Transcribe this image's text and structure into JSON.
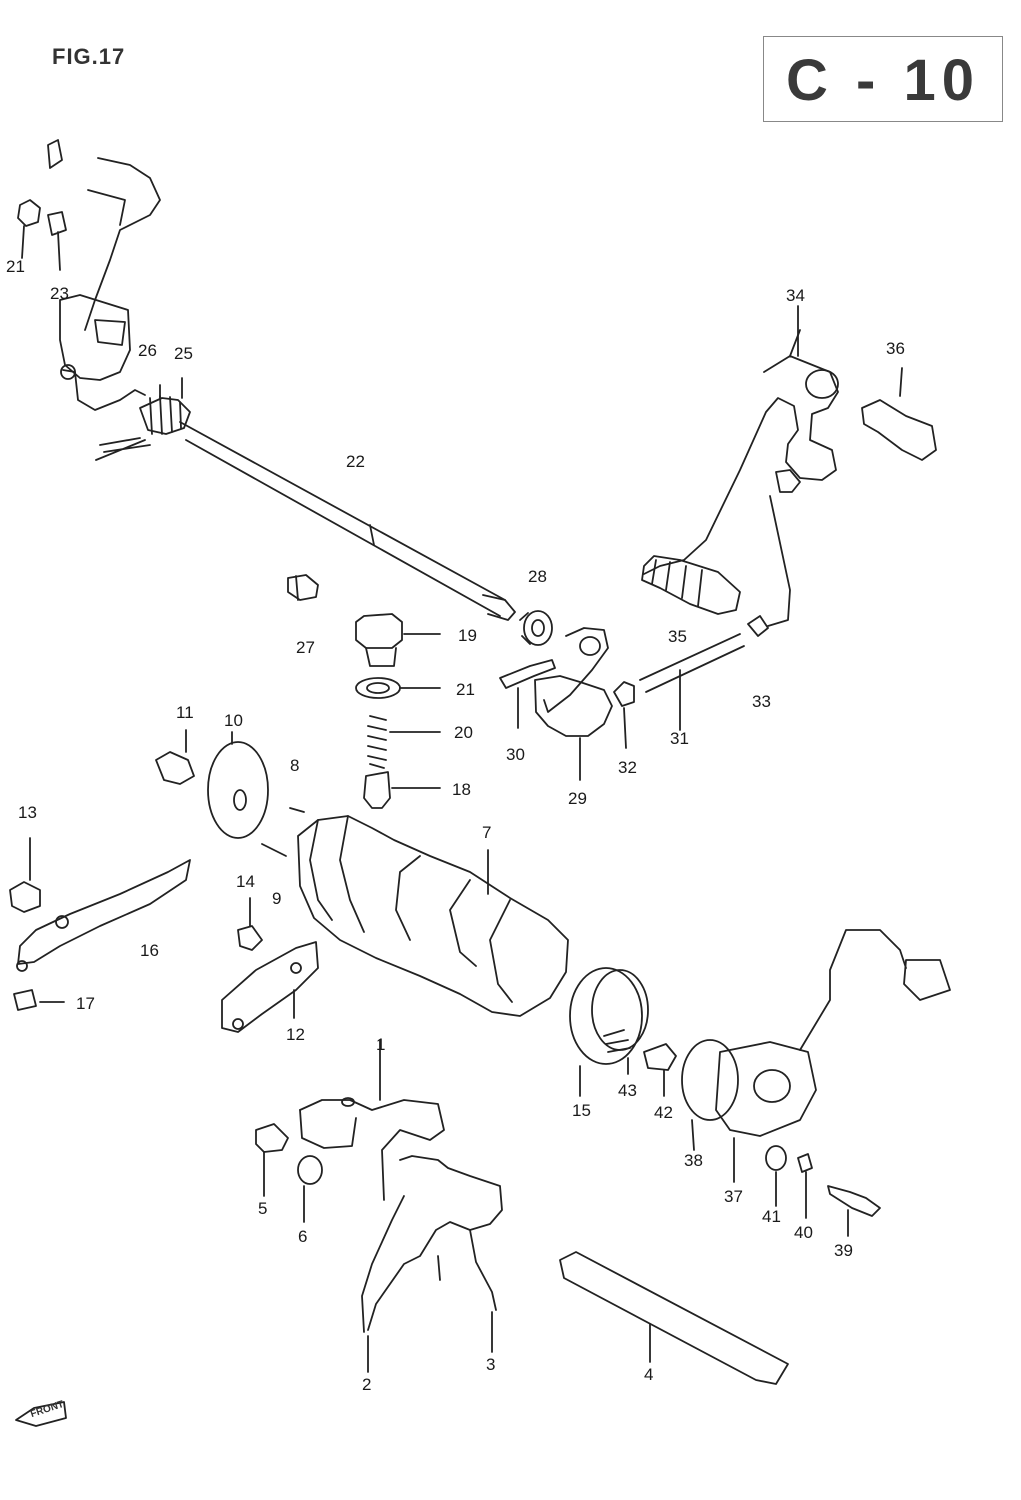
{
  "header": {
    "figure_label": "FIG.17",
    "section_code": "C - 10"
  },
  "front_mark": "FRONT",
  "callouts": [
    {
      "id": "c1",
      "label": "1"
    },
    {
      "id": "c2",
      "label": "2"
    },
    {
      "id": "c3",
      "label": "3"
    },
    {
      "id": "c4",
      "label": "4"
    },
    {
      "id": "c5",
      "label": "5"
    },
    {
      "id": "c6",
      "label": "6"
    },
    {
      "id": "c7",
      "label": "7"
    },
    {
      "id": "c8",
      "label": "8"
    },
    {
      "id": "c9",
      "label": "9"
    },
    {
      "id": "c10",
      "label": "10"
    },
    {
      "id": "c11",
      "label": "11"
    },
    {
      "id": "c12",
      "label": "12"
    },
    {
      "id": "c13",
      "label": "13"
    },
    {
      "id": "c14",
      "label": "14"
    },
    {
      "id": "c15",
      "label": "15"
    },
    {
      "id": "c16",
      "label": "16"
    },
    {
      "id": "c17",
      "label": "17"
    },
    {
      "id": "c18",
      "label": "18"
    },
    {
      "id": "c19",
      "label": "19"
    },
    {
      "id": "c20",
      "label": "20"
    },
    {
      "id": "c21",
      "label": "21"
    },
    {
      "id": "c21b",
      "label": "21"
    },
    {
      "id": "c22",
      "label": "22"
    },
    {
      "id": "c23",
      "label": "23"
    },
    {
      "id": "c25",
      "label": "25"
    },
    {
      "id": "c26",
      "label": "26"
    },
    {
      "id": "c27",
      "label": "27"
    },
    {
      "id": "c28",
      "label": "28"
    },
    {
      "id": "c29",
      "label": "29"
    },
    {
      "id": "c30",
      "label": "30"
    },
    {
      "id": "c31",
      "label": "31"
    },
    {
      "id": "c32",
      "label": "32"
    },
    {
      "id": "c33",
      "label": "33"
    },
    {
      "id": "c34",
      "label": "34"
    },
    {
      "id": "c35",
      "label": "35"
    },
    {
      "id": "c36",
      "label": "36"
    },
    {
      "id": "c37",
      "label": "37"
    },
    {
      "id": "c38",
      "label": "38"
    },
    {
      "id": "c39",
      "label": "39"
    },
    {
      "id": "c40",
      "label": "40"
    },
    {
      "id": "c41",
      "label": "41"
    },
    {
      "id": "c42",
      "label": "42"
    },
    {
      "id": "c43",
      "label": "43"
    }
  ]
}
